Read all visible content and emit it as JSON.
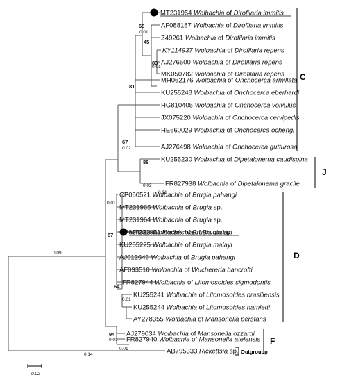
{
  "taxa": [
    {
      "acc": "MT231954",
      "pre": "Wolbachia",
      "mid": " of ",
      "org": "Dirofilaria immitis",
      "marked": true
    },
    {
      "acc": "AF088187",
      "pre": "Wolbachia",
      "mid": " of ",
      "org": "Dirofilaria immitis",
      "marked": false
    },
    {
      "acc": "Z49261",
      "pre": "Wolbachia",
      "mid": " of ",
      "org": "Dirofilaria immitis",
      "marked": false
    },
    {
      "acc": "KY114937",
      "pre": "Wolbachia",
      "mid": " of ",
      "org": "Dirofilaria repens",
      "marked": false
    },
    {
      "acc": "AJ276500",
      "pre": "Wolbachia",
      "mid": " of ",
      "org": "Dirofilaria repens",
      "marked": false
    },
    {
      "acc": "MK050782",
      "pre": "Wolbachia",
      "mid": " of ",
      "org": "Dirofilaria repens",
      "marked": false
    },
    {
      "acc": "MH062176",
      "pre": "Wolbachia",
      "mid": " of ",
      "org": "Onchocerca armillata",
      "marked": false
    },
    {
      "acc": "KU255248",
      "pre": "Wolbachia",
      "mid": " of ",
      "org": "Onchocerca eberhardi",
      "marked": false
    },
    {
      "acc": "HG810405",
      "pre": "Wolbachia",
      "mid": " of ",
      "org": "Onchocerca volvulus",
      "marked": false
    },
    {
      "acc": "JX075220",
      "pre": "Wolbachia",
      "mid": " of ",
      "org": "Onchocerca cervipedis",
      "marked": false
    },
    {
      "acc": "HE660029",
      "pre": "Wolbachia",
      "mid": " of ",
      "org": "Onchocerca ochengi",
      "marked": false
    },
    {
      "acc": "AJ276498",
      "pre": "Wolbachia",
      "mid": " of ",
      "org": "Onchocerca gutturosa",
      "marked": false
    },
    {
      "acc": "KU255230",
      "pre": "Wolbachia",
      "mid": " of ",
      "org": "Dipetalonema caudispina",
      "marked": false
    },
    {
      "acc": "FR827938",
      "pre": "Wolbachia",
      "mid": " of ",
      "org": "Dipetalonema gracile",
      "marked": false
    },
    {
      "acc": "CP050521",
      "pre": "Wolbachia",
      "mid": " of ",
      "org": "Brugia pahangi",
      "marked": false
    },
    {
      "acc": "MT231965",
      "pre": "Wolbachia",
      "mid": " of ",
      "org": "Brugia",
      "suf": " sp.",
      "marked": false
    },
    {
      "acc": "MT231964",
      "pre": "Wolbachia",
      "mid": " of ",
      "org": "Brugia",
      "suf": " sp.",
      "marked": false
    },
    {
      "acc": "CP034333",
      "pre": "Wolbachia",
      "mid": " of ",
      "org": "Brugia malayi",
      "marked": false
    },
    {
      "acc": "MT231951",
      "pre": "Wolbachia",
      "mid": " of ",
      "org": "Brugia",
      "suf": " sp.",
      "marked": true
    },
    {
      "acc": "KU255225",
      "pre": "Wolbachia",
      "mid": " of ",
      "org": "Brugia malayi",
      "marked": false
    },
    {
      "acc": "AJ012646",
      "pre": "Wolbachia",
      "mid": " of ",
      "org": "Brugia pahangi",
      "marked": false
    },
    {
      "acc": "AF093510",
      "pre": "Wolbachia",
      "mid": " of ",
      "org": "Wuchereria bancrofti",
      "marked": false
    },
    {
      "acc": "FR827944",
      "pre": "Wolbachia",
      "mid": " of ",
      "org": "Litomosoides sigmodontis",
      "marked": false
    },
    {
      "acc": "KU255241",
      "pre": "Wolbachia",
      "mid": " of ",
      "org": "Litomosoides brasiliensis",
      "marked": false
    },
    {
      "acc": "KU255244",
      "pre": "Wolbachia",
      "mid": " of ",
      "org": "Litomosoides hamletti",
      "marked": false
    },
    {
      "acc": "AY278355",
      "pre": "Wolbachia",
      "mid": " of ",
      "org": "Mansonella perstans",
      "marked": false
    },
    {
      "acc": "AJ279034",
      "pre": "Wolbachia",
      "mid": " of ",
      "org": "Mansonella ozzardi",
      "marked": false
    },
    {
      "acc": "FR827940",
      "pre": "Wolbachia",
      "mid": " of ",
      "org": "Mansonella atelensis",
      "marked": false
    },
    {
      "acc": "AB795333",
      "pre": "",
      "mid": "",
      "org": "Rickettsia",
      "suf": " sp.",
      "marked": false
    }
  ],
  "clades": {
    "C": "C",
    "J": "J",
    "D": "D",
    "F": "F",
    "outgroup": "Outgrouop"
  },
  "bootstrap": {
    "b68": "68",
    "b45": "45",
    "b83": "83",
    "b81": "81",
    "b67": "67",
    "b88": "88",
    "b87": "87",
    "b64": "64",
    "b94": "94"
  },
  "branch_lengths": {
    "l001a": "0.01",
    "l001b": "0.01",
    "l002a": "0.02",
    "l002b": "0.02",
    "l001c": "0.01",
    "l001d": "0.01",
    "l001e": "0.01",
    "l001f": "0.01",
    "l001g": "0.01",
    "l009": "0.09",
    "l014": "0.14"
  },
  "scale_label": "0.02"
}
